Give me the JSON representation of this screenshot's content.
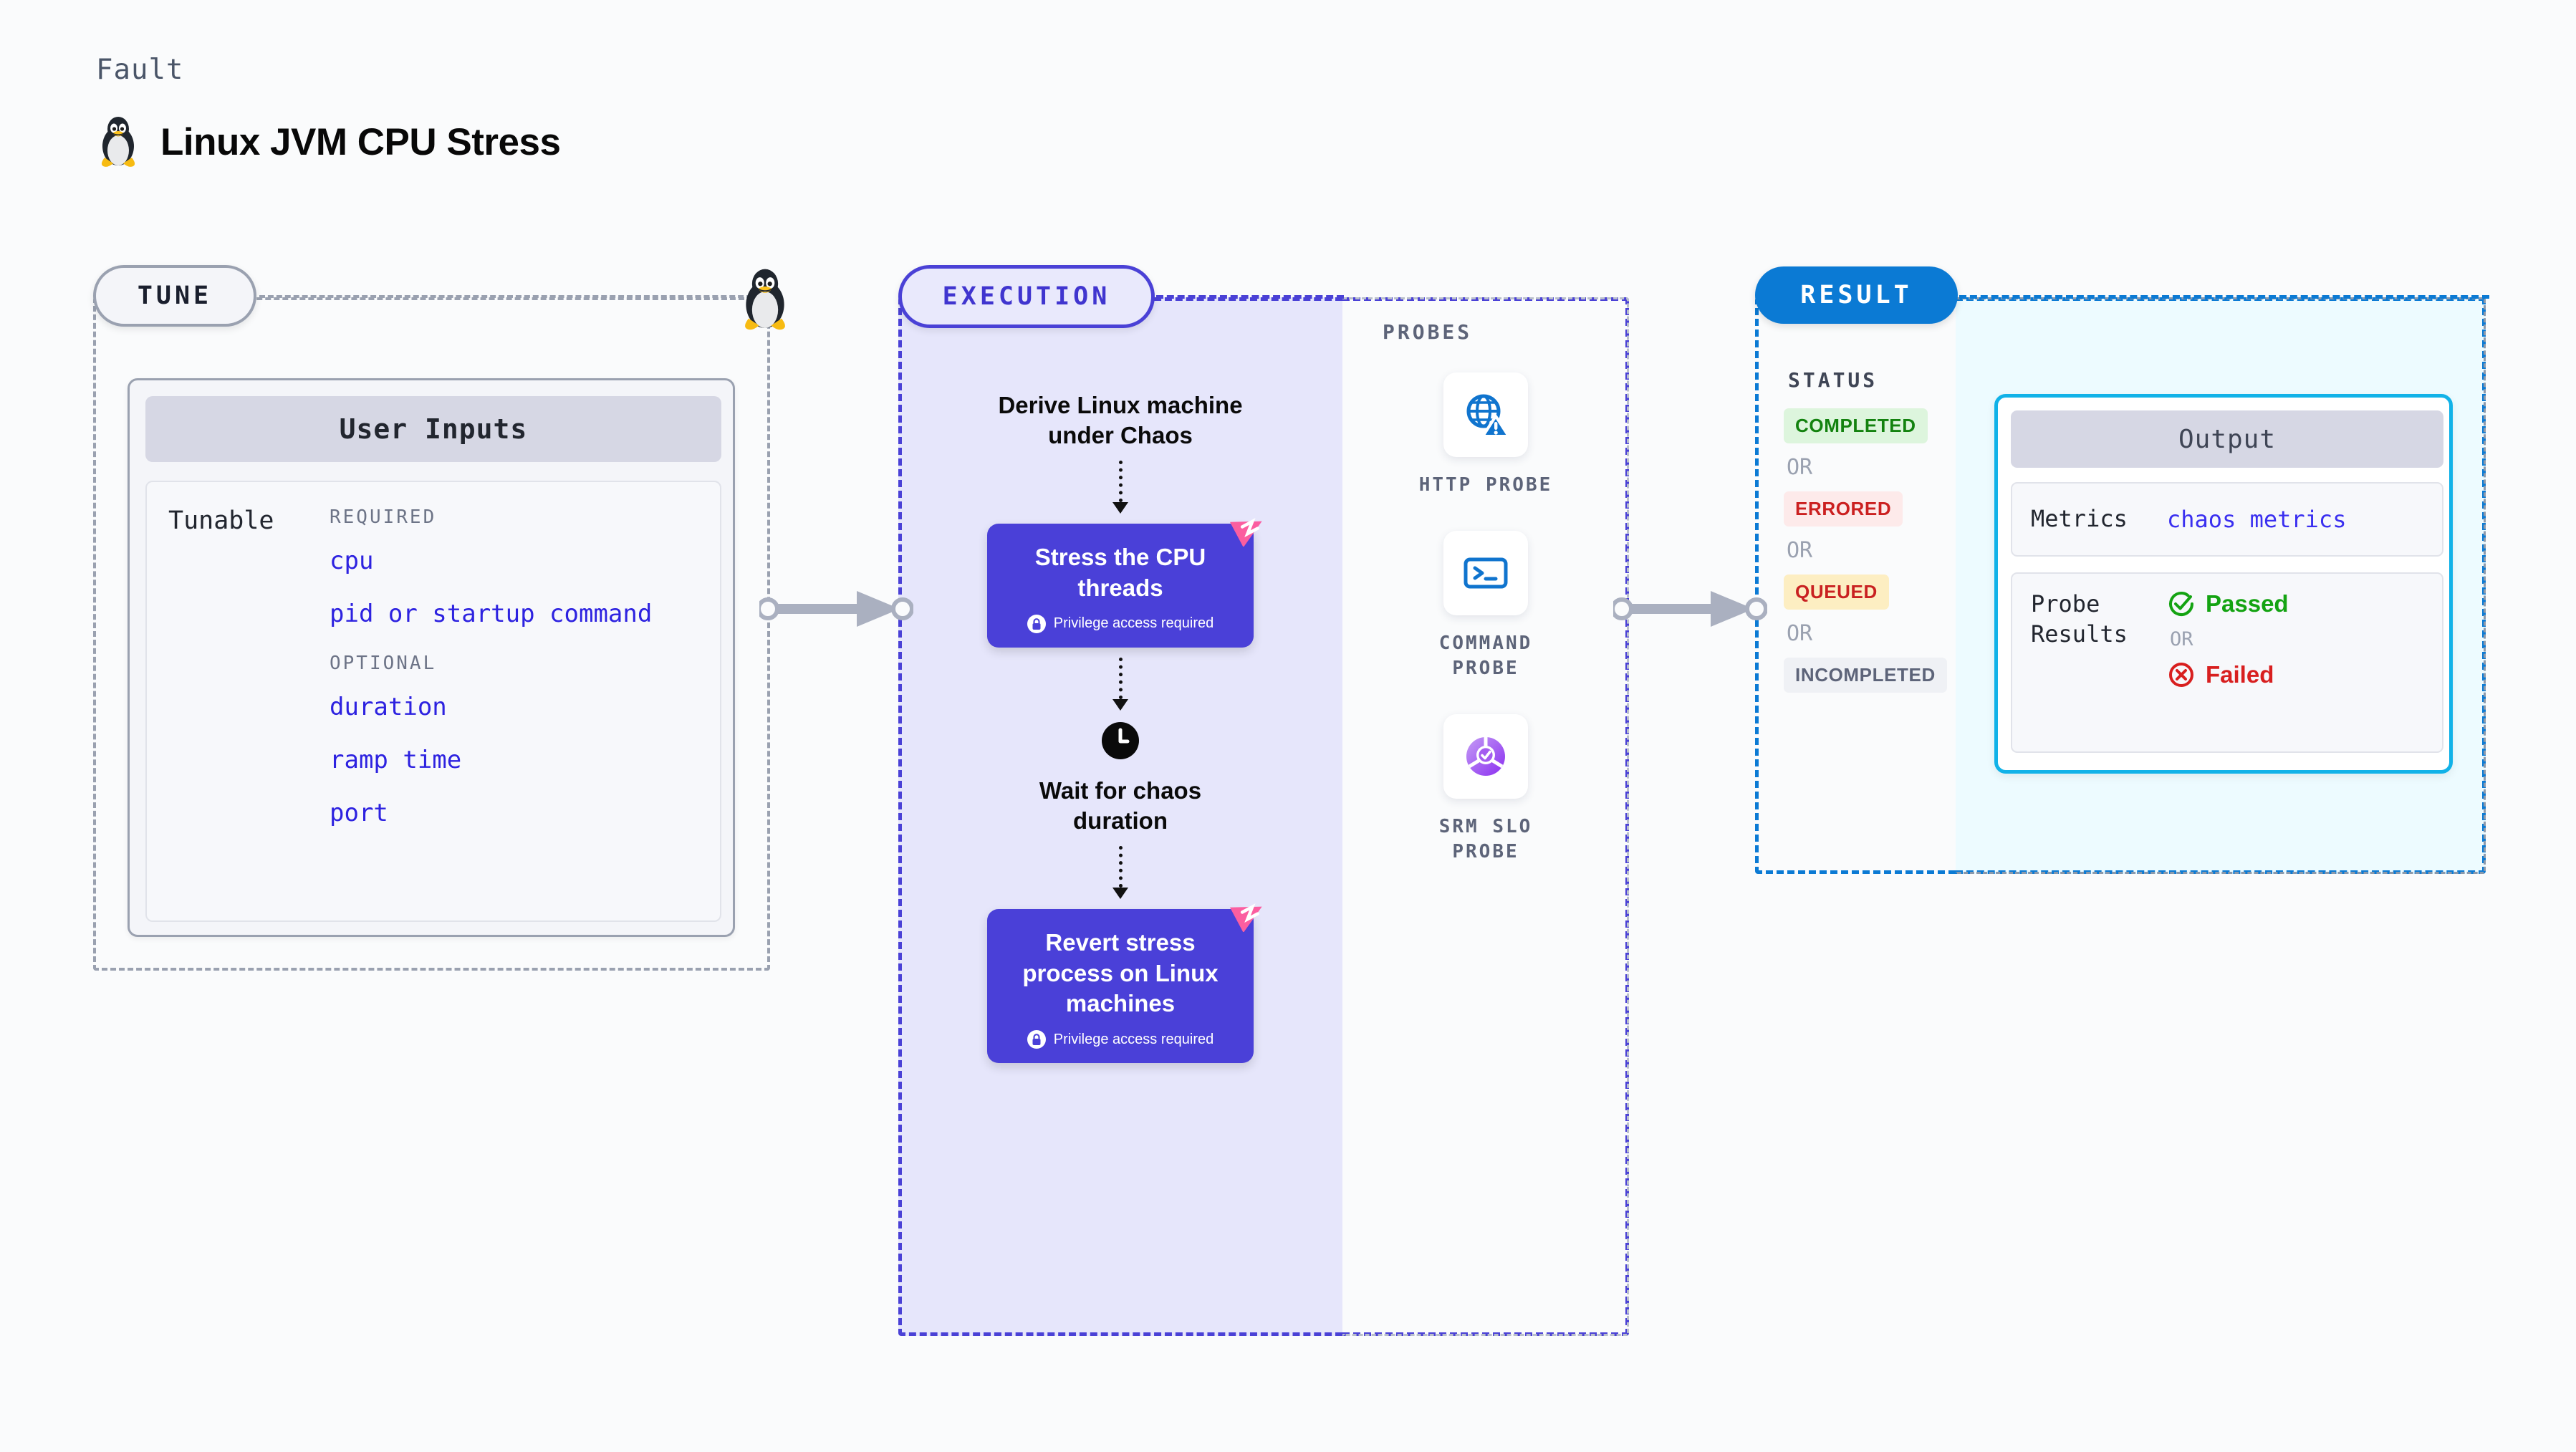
{
  "header": {
    "eyebrow": "Fault",
    "title": "Linux JVM CPU Stress",
    "icon": "tux-penguin-icon"
  },
  "stages": {
    "tune": {
      "pill_label": "TUNE"
    },
    "execution": {
      "pill_label": "EXECUTION"
    },
    "result": {
      "pill_label": "RESULT"
    }
  },
  "tune": {
    "card_title": "User Inputs",
    "row_label": "Tunable",
    "groups": [
      {
        "label": "REQUIRED",
        "items": [
          "cpu",
          "pid or startup command"
        ]
      },
      {
        "label": "OPTIONAL",
        "items": [
          "duration",
          "ramp time",
          "port"
        ]
      }
    ]
  },
  "execution": {
    "steps": [
      {
        "kind": "text",
        "label": "Derive Linux machine under Chaos"
      },
      {
        "kind": "action",
        "label": "Stress the CPU threads",
        "privilege": "Privilege access required"
      },
      {
        "kind": "wait",
        "label": "Wait for chaos duration",
        "icon": "clock-icon"
      },
      {
        "kind": "action",
        "label": "Revert stress process on Linux machines",
        "privilege": "Privilege access required"
      }
    ]
  },
  "probes": {
    "section_label": "PROBES",
    "items": [
      {
        "label": "HTTP PROBE",
        "icon": "globe-warning-icon"
      },
      {
        "label": "COMMAND PROBE",
        "icon": "terminal-icon"
      },
      {
        "label": "SRM SLO PROBE",
        "icon": "slo-donut-check-icon"
      }
    ]
  },
  "result": {
    "section_label": "STATUS",
    "or_label": "OR",
    "statuses": [
      {
        "label": "COMPLETED",
        "variant": "completed"
      },
      {
        "label": "ERRORED",
        "variant": "errored"
      },
      {
        "label": "QUEUED",
        "variant": "queued"
      },
      {
        "label": "INCOMPLETED",
        "variant": "incomplete"
      }
    ]
  },
  "output": {
    "card_title": "Output",
    "metrics_key": "Metrics",
    "metrics_value": "chaos metrics",
    "probe_results_key": "Probe Results",
    "passed_label": "Passed",
    "failed_label": "Failed",
    "or_label": "OR"
  },
  "colors": {
    "execution_accent": "#4a41d6",
    "result_accent": "#0b7ad4",
    "output_accent": "#11b2e8",
    "action_box": "#4a40d8",
    "ribbon_pink": "#fb5ea0",
    "tunable_link": "#2d22e0",
    "passed_green": "#14a312",
    "failed_red": "#d81f1f"
  }
}
